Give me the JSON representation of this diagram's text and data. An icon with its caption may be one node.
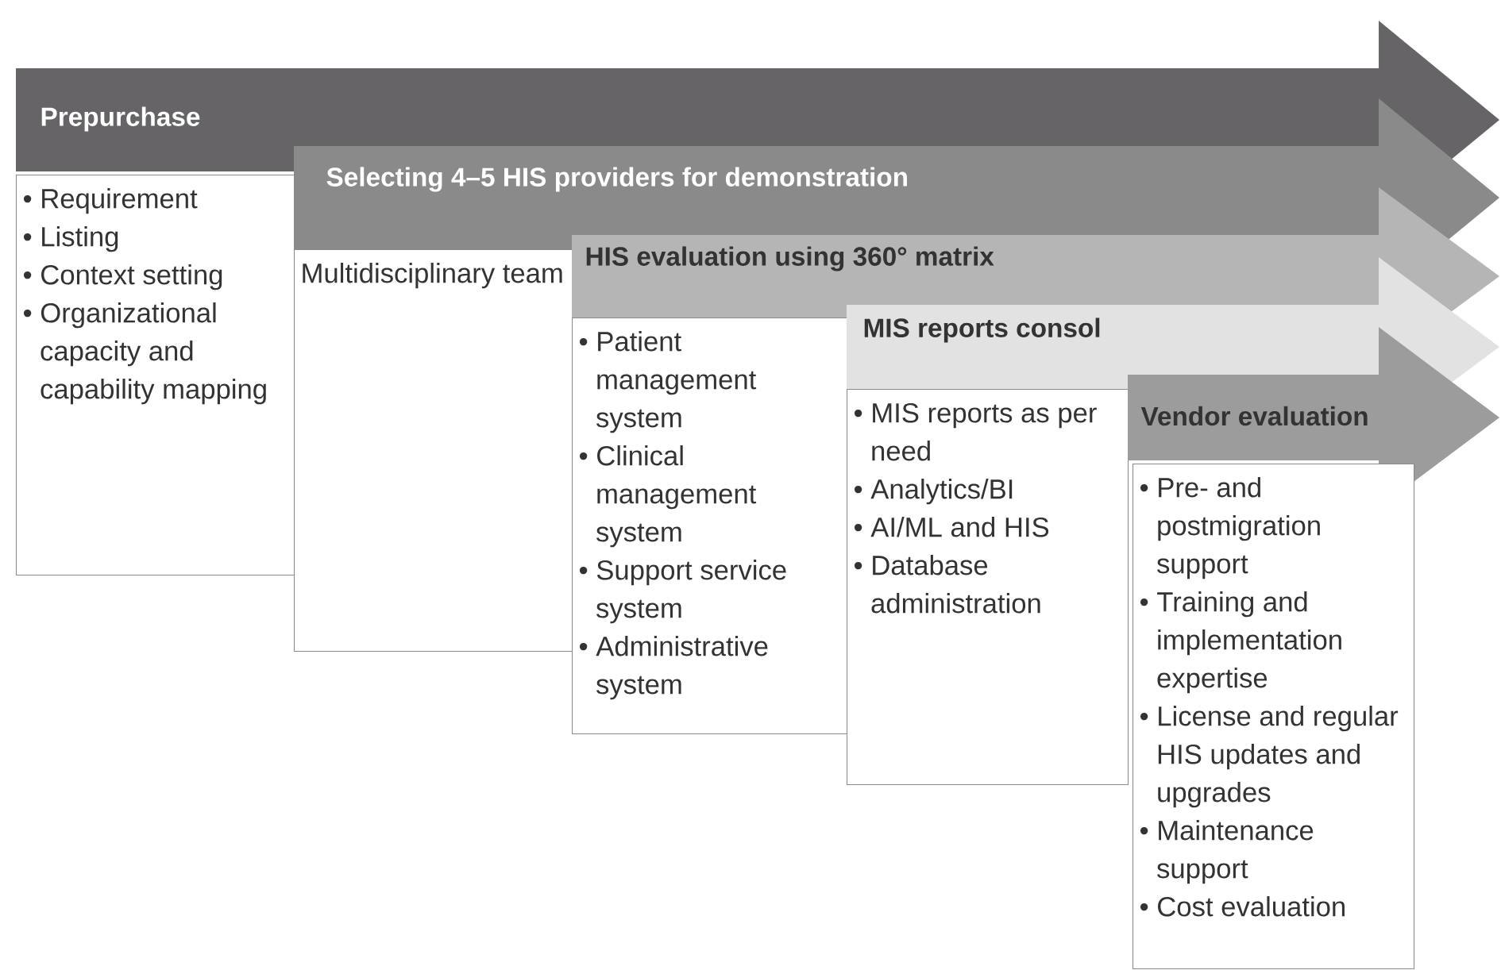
{
  "diagram": {
    "nodes": [
      {
        "text": [
          "Prepurchase"
        ]
      },
      {
        "text": [
          "• Requirement",
          "• Listing",
          "• Context setting",
          "• Organizational capacity and capability mapping"
        ]
      },
      {
        "text": [
          "Selecting 4–5 HIS providers for demonstration"
        ]
      },
      {
        "text": [
          "Multidisciplinary team"
        ]
      },
      {
        "text": [
          "HIS evaluation using 360° matrix"
        ]
      },
      {
        "text": [
          "• Patient management system",
          "• Clinical management system",
          "• Support service system",
          "• Administrative system"
        ]
      },
      {
        "text": [
          "MIS reports consol"
        ]
      },
      {
        "text": [
          "• MIS reports as per need",
          "• Analytics/BI",
          "• AI/ML and HIS",
          "• Database administration"
        ]
      },
      {
        "text": [
          "Vendor evaluation"
        ]
      },
      {
        "text": [
          "• Pre- and postmigration support",
          "• Training and implementation expertise",
          "• License and regular HIS updates and upgrades",
          "• Maintenance support",
          "• Cost evaluation"
        ]
      }
    ]
  }
}
